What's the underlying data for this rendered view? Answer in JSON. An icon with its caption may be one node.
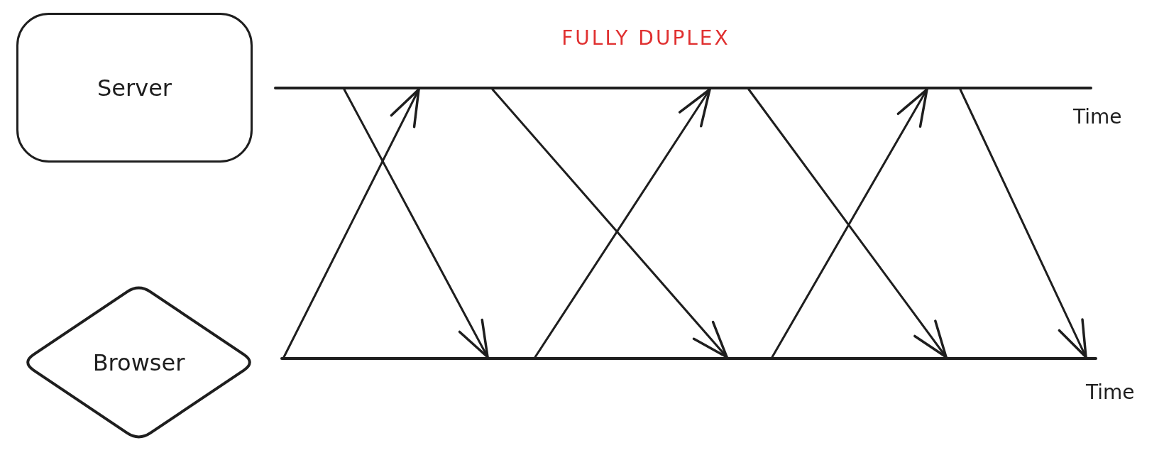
{
  "diagram": {
    "title": "FULLY DUPLEX",
    "nodes": [
      {
        "text": [
          "Server"
        ]
      },
      {
        "text": [
          "Browser"
        ]
      },
      {
        "text": [],
        "shape": "line",
        "beside": [
          "Time"
        ]
      },
      {
        "text": [],
        "shape": "line",
        "beside": [
          "Time"
        ]
      }
    ],
    "edges": [
      {
        "from": 3,
        "to": 2,
        "arrow": "to"
      },
      {
        "from": 2,
        "to": 3,
        "arrow": "to"
      },
      {
        "from": 3,
        "to": 2,
        "arrow": "to"
      },
      {
        "from": 2,
        "to": 3,
        "arrow": "to"
      },
      {
        "from": 2,
        "to": 3,
        "arrow": "to"
      },
      {
        "from": 3,
        "to": 2,
        "arrow": "to"
      },
      {
        "from": 2,
        "to": 3,
        "arrow": "to"
      }
    ]
  }
}
